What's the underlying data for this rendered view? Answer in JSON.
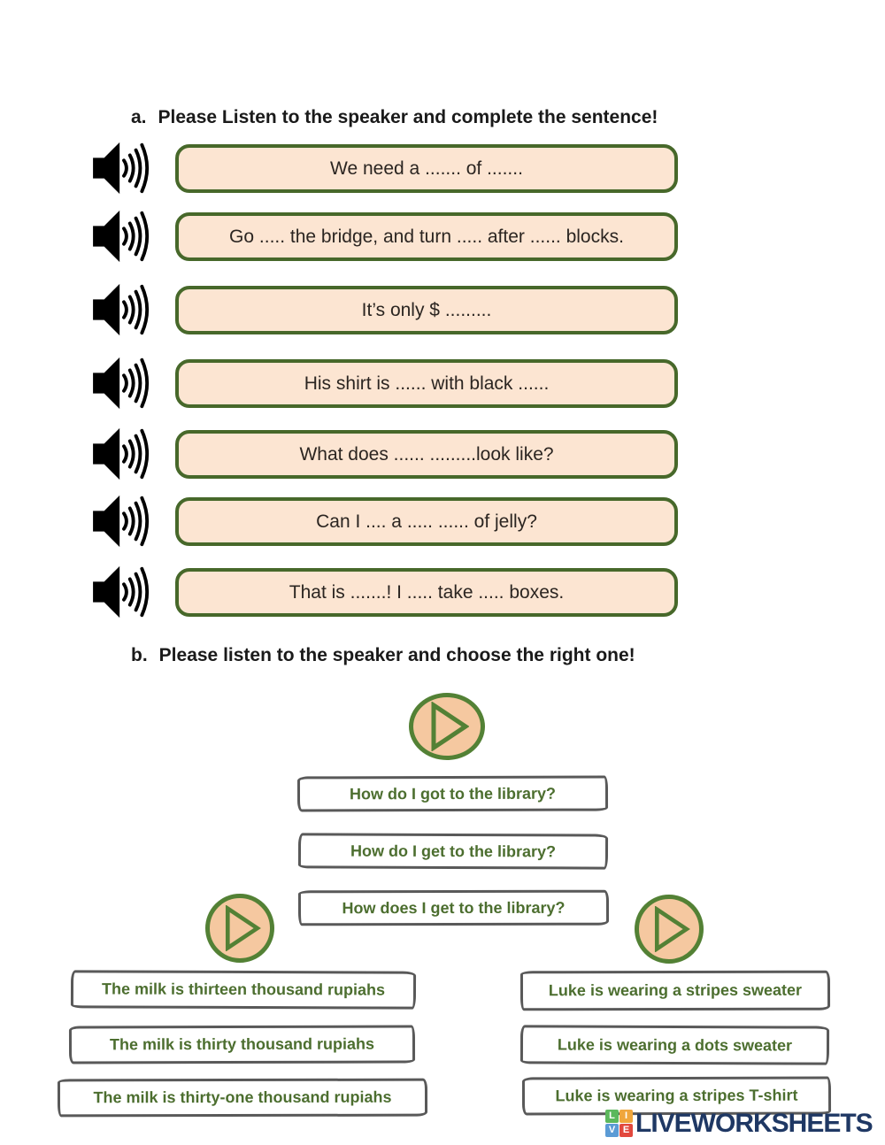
{
  "colors": {
    "heading_text": "#1a1a1a",
    "sentence_text": "#2b2521",
    "sentence_box_fill": "#fce5d2",
    "sentence_box_border": "#47682a",
    "play_fill": "#f5c8a0",
    "play_green": "#538135",
    "option_text": "#4c6e2f",
    "option_border": "#595959",
    "logo_blue": "#1f3864"
  },
  "section_a": {
    "heading_label": "a.",
    "heading_text": "Please Listen to the speaker and complete the sentence!",
    "items": [
      {
        "text": "We need a ....... of ......."
      },
      {
        "text": "Go ..... the bridge, and turn ..... after ...... blocks."
      },
      {
        "text": "It’s only $ ........."
      },
      {
        "text": "His shirt is ...... with black ......"
      },
      {
        "text": "What does ...... .........look like?"
      },
      {
        "text": "Can I .... a ..... ...... of jelly?"
      },
      {
        "text": "That is .......! I ..... take ..... boxes."
      }
    ]
  },
  "section_b": {
    "heading_label": "b.",
    "heading_text": "Please listen to the speaker and choose the right one!",
    "groups": [
      {
        "name": "library",
        "options": [
          "How do I got to the library?",
          "How do I get to the library?",
          "How does I get to the library?"
        ]
      },
      {
        "name": "milk-price",
        "options": [
          "The milk is thirteen thousand rupiahs",
          "The milk is thirty thousand rupiahs",
          "The milk is thirty-one thousand rupiahs"
        ]
      },
      {
        "name": "luke-outfit",
        "options": [
          "Luke is wearing a stripes sweater",
          "Luke is wearing a dots sweater",
          "Luke is wearing a stripes T-shirt"
        ]
      }
    ]
  },
  "footer": {
    "logo_text": "LIVEWORKSHEETS",
    "logo_squares": [
      {
        "letter": "L",
        "color": "#5cb85c"
      },
      {
        "letter": "I",
        "color": "#f0a63c"
      },
      {
        "letter": "V",
        "color": "#5b9bd5"
      },
      {
        "letter": "E",
        "color": "#e2483d"
      }
    ]
  }
}
